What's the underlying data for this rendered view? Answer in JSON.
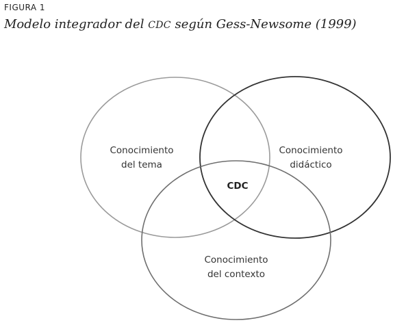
{
  "figure": {
    "label": "FIGURA 1",
    "caption_before": "Modelo integrador del ",
    "caption_sc": "CDC",
    "caption_after": " según Gess-Newsome (1999)"
  },
  "diagram": {
    "circles": [
      {
        "name": "tema",
        "line1": "Conocimiento",
        "line2": "del tema",
        "stroke": "#9a9a9a"
      },
      {
        "name": "didactico",
        "line1": "Conocimiento",
        "line2": "didáctico",
        "stroke": "#333333"
      },
      {
        "name": "contexto",
        "line1": "Conocimiento",
        "line2": "del contexto",
        "stroke": "#6e6e6e"
      }
    ],
    "center_label": "CDC"
  }
}
